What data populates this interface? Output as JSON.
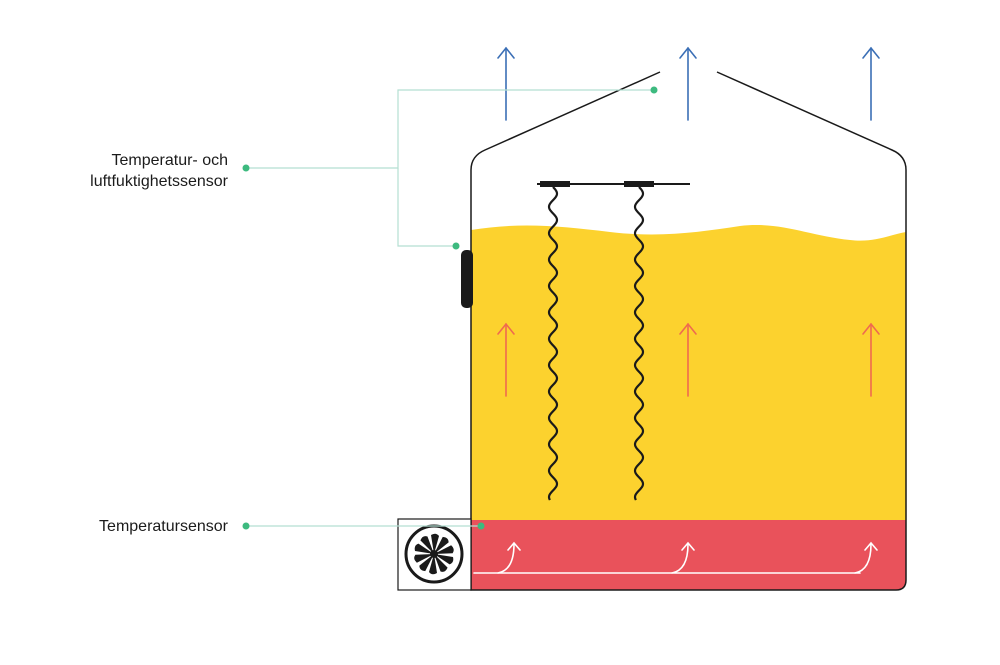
{
  "labels": {
    "humidity_sensor_line1": "Temperatur- och",
    "humidity_sensor_line2": "luftfuktighetssensor",
    "temperature_sensor": "Temperatursensor"
  },
  "colors": {
    "grain": "#fcd22e",
    "hot_air": "#e9525b",
    "outline": "#1a1a1a",
    "leader": "#b5dfd2",
    "sensor_dot": "#3dba7f",
    "exhaust_arrow": "#3b6fb6",
    "heat_arrow": "#ef6a4f",
    "airflow": "#ffffff"
  },
  "icons": {
    "fan": "fan-icon",
    "exhaust": "arrow-up-icon",
    "heat": "arrow-up-icon"
  }
}
